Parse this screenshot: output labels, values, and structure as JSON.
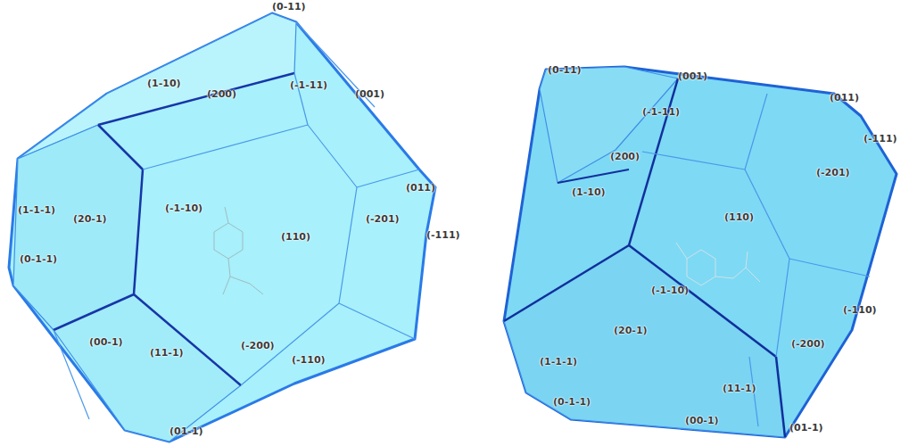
{
  "diagram": {
    "labels": [
      "(0-11)",
      "(1-10)",
      "(200)",
      "(-1-11)",
      "(001)",
      "(011)",
      "(-111)",
      "(-201)",
      "(110)",
      "(-1-10)",
      "(20-1)",
      "(1-1-1)",
      "(0-1-1)",
      "(00-1)",
      "(11-1)",
      "(-200)",
      "(-110)",
      "(01-1)",
      "(0-11)",
      "(001)",
      "(011)",
      "(-111)",
      "(-1-11)",
      "(200)",
      "(1-10)",
      "(-201)",
      "(110)",
      "(-1-10)",
      "(-110)",
      "(-200)",
      "(20-1)",
      "(1-1-1)",
      "(0-1-1)",
      "(11-1)",
      "(00-1)",
      "(01-1)"
    ]
  }
}
